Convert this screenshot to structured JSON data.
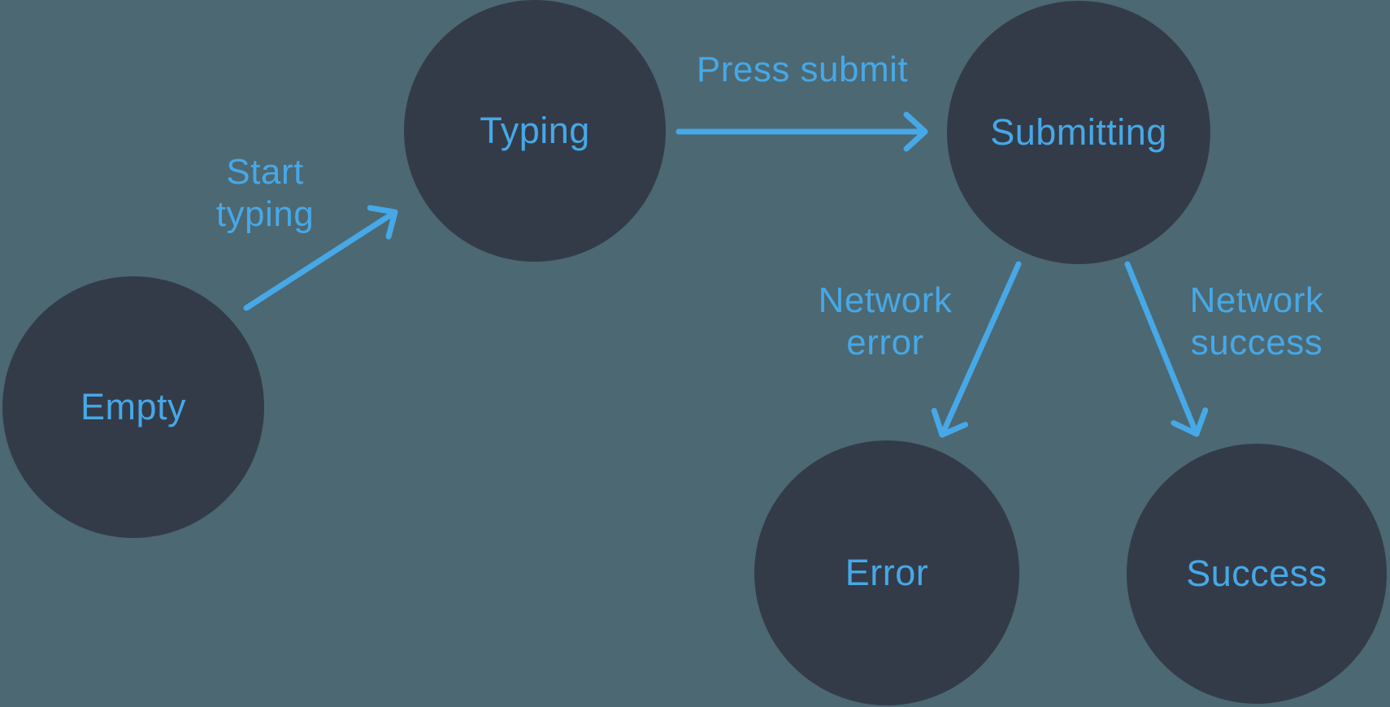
{
  "diagram": {
    "type": "state-machine",
    "colors": {
      "background": "#4C6872",
      "node_fill": "#333B49",
      "accent_blue": "#46A8E7"
    },
    "nodes": [
      {
        "id": "empty",
        "label": "Empty"
      },
      {
        "id": "typing",
        "label": "Typing"
      },
      {
        "id": "submitting",
        "label": "Submitting"
      },
      {
        "id": "error",
        "label": "Error"
      },
      {
        "id": "success",
        "label": "Success"
      }
    ],
    "edges": [
      {
        "from": "empty",
        "to": "typing",
        "label": "Start typing",
        "label_lines": [
          "Start",
          "typing"
        ]
      },
      {
        "from": "typing",
        "to": "submitting",
        "label": "Press submit",
        "label_lines": [
          "Press submit"
        ]
      },
      {
        "from": "submitting",
        "to": "error",
        "label": "Network error",
        "label_lines": [
          "Network",
          "error"
        ]
      },
      {
        "from": "submitting",
        "to": "success",
        "label": "Network success",
        "label_lines": [
          "Network",
          "success"
        ]
      }
    ]
  }
}
